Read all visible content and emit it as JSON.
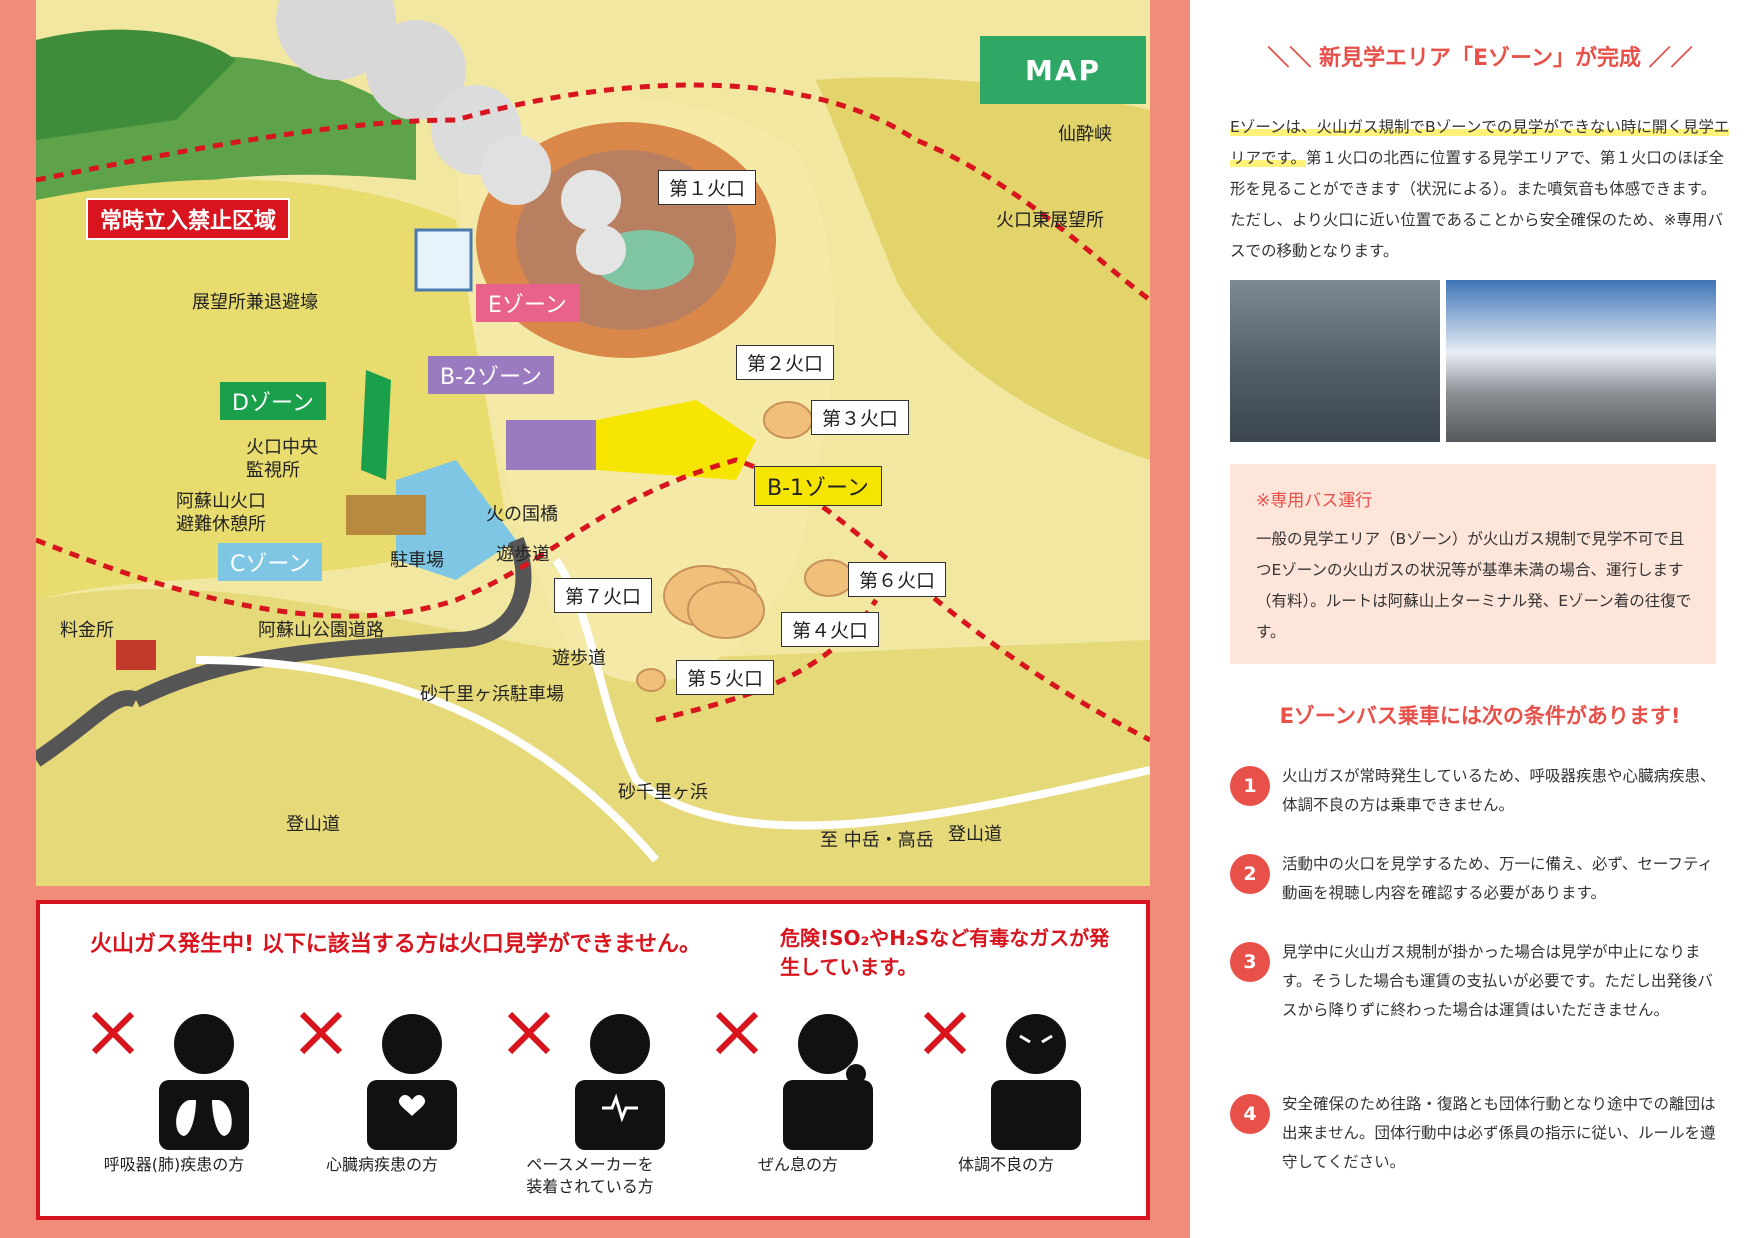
{
  "map": {
    "badge": "MAP",
    "restricted": "常時立入禁止区域",
    "craters": [
      "第１火口",
      "第２火口",
      "第３火口",
      "第４火口",
      "第５火口",
      "第６火口",
      "第７火口"
    ],
    "zones": {
      "e": "Eゾーン",
      "b2": "B-2ゾーン",
      "b1": "B-1ゾーン",
      "d": "Dゾーン",
      "c": "Cゾーン"
    },
    "places": {
      "sensuikyo": "仙酔峡",
      "east_obs": "火口東展望所",
      "obs_shelter": "展望所兼退避壕",
      "monitor": "火口中央\n監視所",
      "rest": "阿蘇山火口\n避難休憩所",
      "bridge": "火の国橋",
      "parking": "駐車場",
      "trail1": "遊歩道",
      "trail2": "遊歩道",
      "toll": "料金所",
      "park_road": "阿蘇山公園道路",
      "sunasenri_parking": "砂千里ヶ浜駐車場",
      "sunasenri": "砂千里ヶ浜",
      "mountain_path1": "登山道",
      "mountain_path2": "登山道",
      "to_naka": "至 中岳・高岳"
    },
    "colors": {
      "e": "#e9628a",
      "b2": "#9b7bbf",
      "b1": "#f6e500",
      "d": "#1aa04a",
      "c": "#7fc6e4",
      "red": "#d8141e"
    }
  },
  "warning": {
    "title": "火山ガス発生中! 以下に該当する方は火口見学ができません。",
    "danger": "危険!SO₂やH₂Sなど有毒なガスが発生しています。",
    "people": [
      {
        "icon": "lungs-icon",
        "label": "呼吸器(肺)疾患の方"
      },
      {
        "icon": "heart-icon",
        "label": "心臓病疾患の方"
      },
      {
        "icon": "pacemaker-icon",
        "label": "ペースメーカーを\n装着されている方"
      },
      {
        "icon": "asthma-icon",
        "label": "ぜん息の方"
      },
      {
        "icon": "unwell-icon",
        "label": "体調不良の方"
      }
    ]
  },
  "right": {
    "title": "新見学エリア「Eゾーン」が完成",
    "body_hl": "Eゾーンは、火山ガス規制でBゾーンでの見学ができない時に開く見学エリアです。",
    "body_rest": "第１火口の北西に位置する見学エリアで、第１火口のほぼ全形を見ることができます（状況による）。また噴気音も体感できます。ただし、より火口に近い位置であることから安全確保のため、※専用バスでの移動となります。",
    "bus_title": "※専用バス運行",
    "bus_text": "一般の見学エリア（Bゾーン）が火山ガス規制で見学不可で且つEゾーンの火山ガスの状況等が基準未満の場合、運行します（有料）。ルートは阿蘇山上ターミナル発、Eゾーン着の往復です。",
    "cond_title": "Eゾーンバス乗車には次の条件があります!",
    "conditions": [
      {
        "num": "1",
        "text": "火山ガスが常時発生しているため、呼吸器疾患や心臓病疾患、体調不良の方は乗車できません。"
      },
      {
        "num": "2",
        "text": "活動中の火口を見学するため、万一に備え、必ず、セーフティ動画を視聴し内容を確認する必要があります。"
      },
      {
        "num": "3",
        "text": "見学中に火山ガス規制が掛かった場合は見学が中止になります。そうした場合も運賃の支払いが必要です。ただし出発後バスから降りずに終わった場合は運賃はいただきません。"
      },
      {
        "num": "4",
        "text": "安全確保のため往路・復路とも団体行動となり途中での離団は出来ません。団体行動中は必ず係員の指示に従い、ルールを遵守してください。"
      }
    ]
  }
}
